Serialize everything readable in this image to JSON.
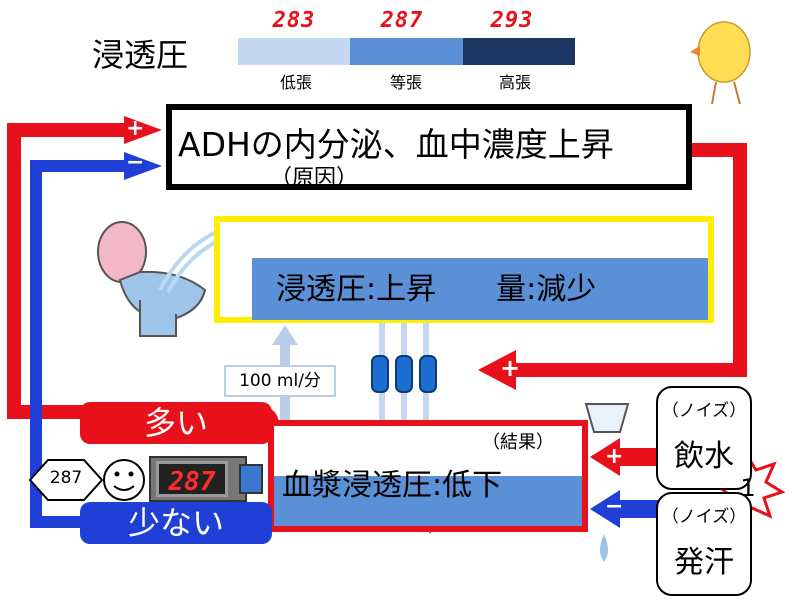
{
  "title": "浸透圧",
  "scale": {
    "values": [
      "283",
      "287",
      "293"
    ],
    "labels": [
      "低張",
      "等張",
      "高張"
    ],
    "colors": [
      "#c5d8f1",
      "#5b8fd6",
      "#1c3664"
    ]
  },
  "adh": {
    "text": "ADHの内分泌、血中濃度上昇",
    "sub": "（原因）"
  },
  "urine": {
    "text": "浸透圧:上昇　　量:減少"
  },
  "flow": {
    "text": "100 ml/分"
  },
  "plasma": {
    "result": "（結果）",
    "text": "血漿浸透圧:低下"
  },
  "feedback": {
    "plus": "+",
    "minus": "−",
    "many": "多い",
    "few": "少ない"
  },
  "sensor": {
    "set_value": "287",
    "reading": "287"
  },
  "noise": {
    "drink": {
      "tag": "（ノイズ）",
      "label": "飲水"
    },
    "sweat": {
      "tag": "（ノイズ）",
      "label": "発汗"
    },
    "badge": "1"
  },
  "colors": {
    "red": "#e8101a",
    "blue": "#1f3fd6",
    "yellow": "#ffee00",
    "plasma_blue": "#5b8fd6"
  }
}
